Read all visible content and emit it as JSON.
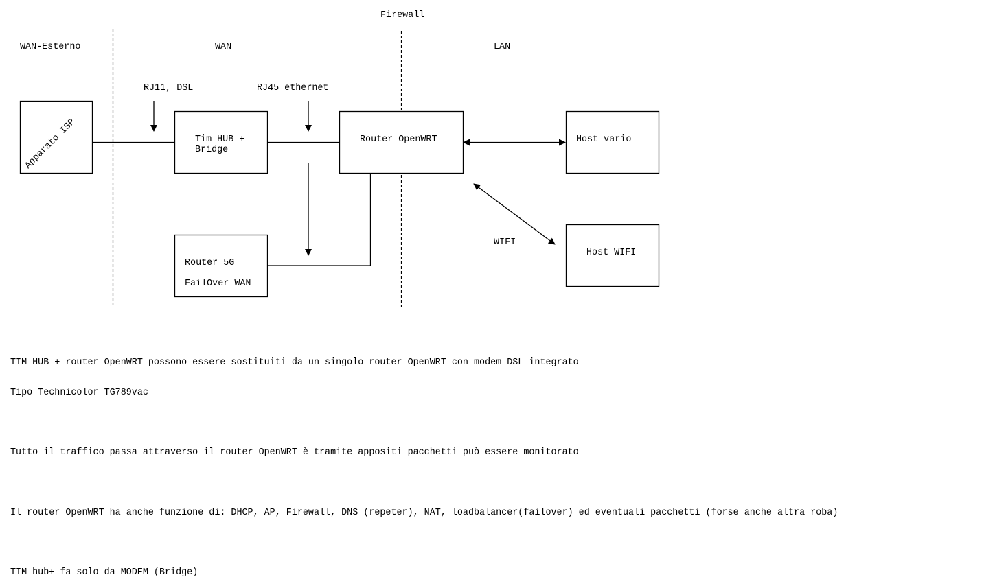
{
  "zones": {
    "firewall": "Firewall",
    "wan_external": "WAN-Esterno",
    "wan": "WAN",
    "lan": "LAN"
  },
  "connection_labels": {
    "rj11": "RJ11, DSL",
    "rj45": "RJ45 ethernet",
    "wifi": "WIFI"
  },
  "nodes": {
    "isp": "Apparato ISP",
    "tim_hub_line1": "Tim HUB +",
    "tim_hub_line2": "Bridge",
    "router_openwrt": "Router OpenWRT",
    "host_vario": "Host vario",
    "host_wifi": "Host WIFI",
    "router_5g_line1": "Router 5G",
    "router_5g_line2": "FailOver WAN"
  },
  "notes": [
    "TIM HUB + router OpenWRT possono essere sostituiti da un singolo router OpenWRT con modem DSL integrato",
    "Tipo Technicolor TG789vac",
    "Tutto il traffico passa attraverso il router OpenWRT è tramite appositi pacchetti può essere monitorato",
    "Il router OpenWRT ha anche funzione di: DHCP, AP, Firewall, DNS (repeter), NAT, loadbalancer(failover) ed eventuali pacchetti (forse anche altra roba)",
    "TIM hub+ fa solo da MODEM (Bridge)"
  ]
}
